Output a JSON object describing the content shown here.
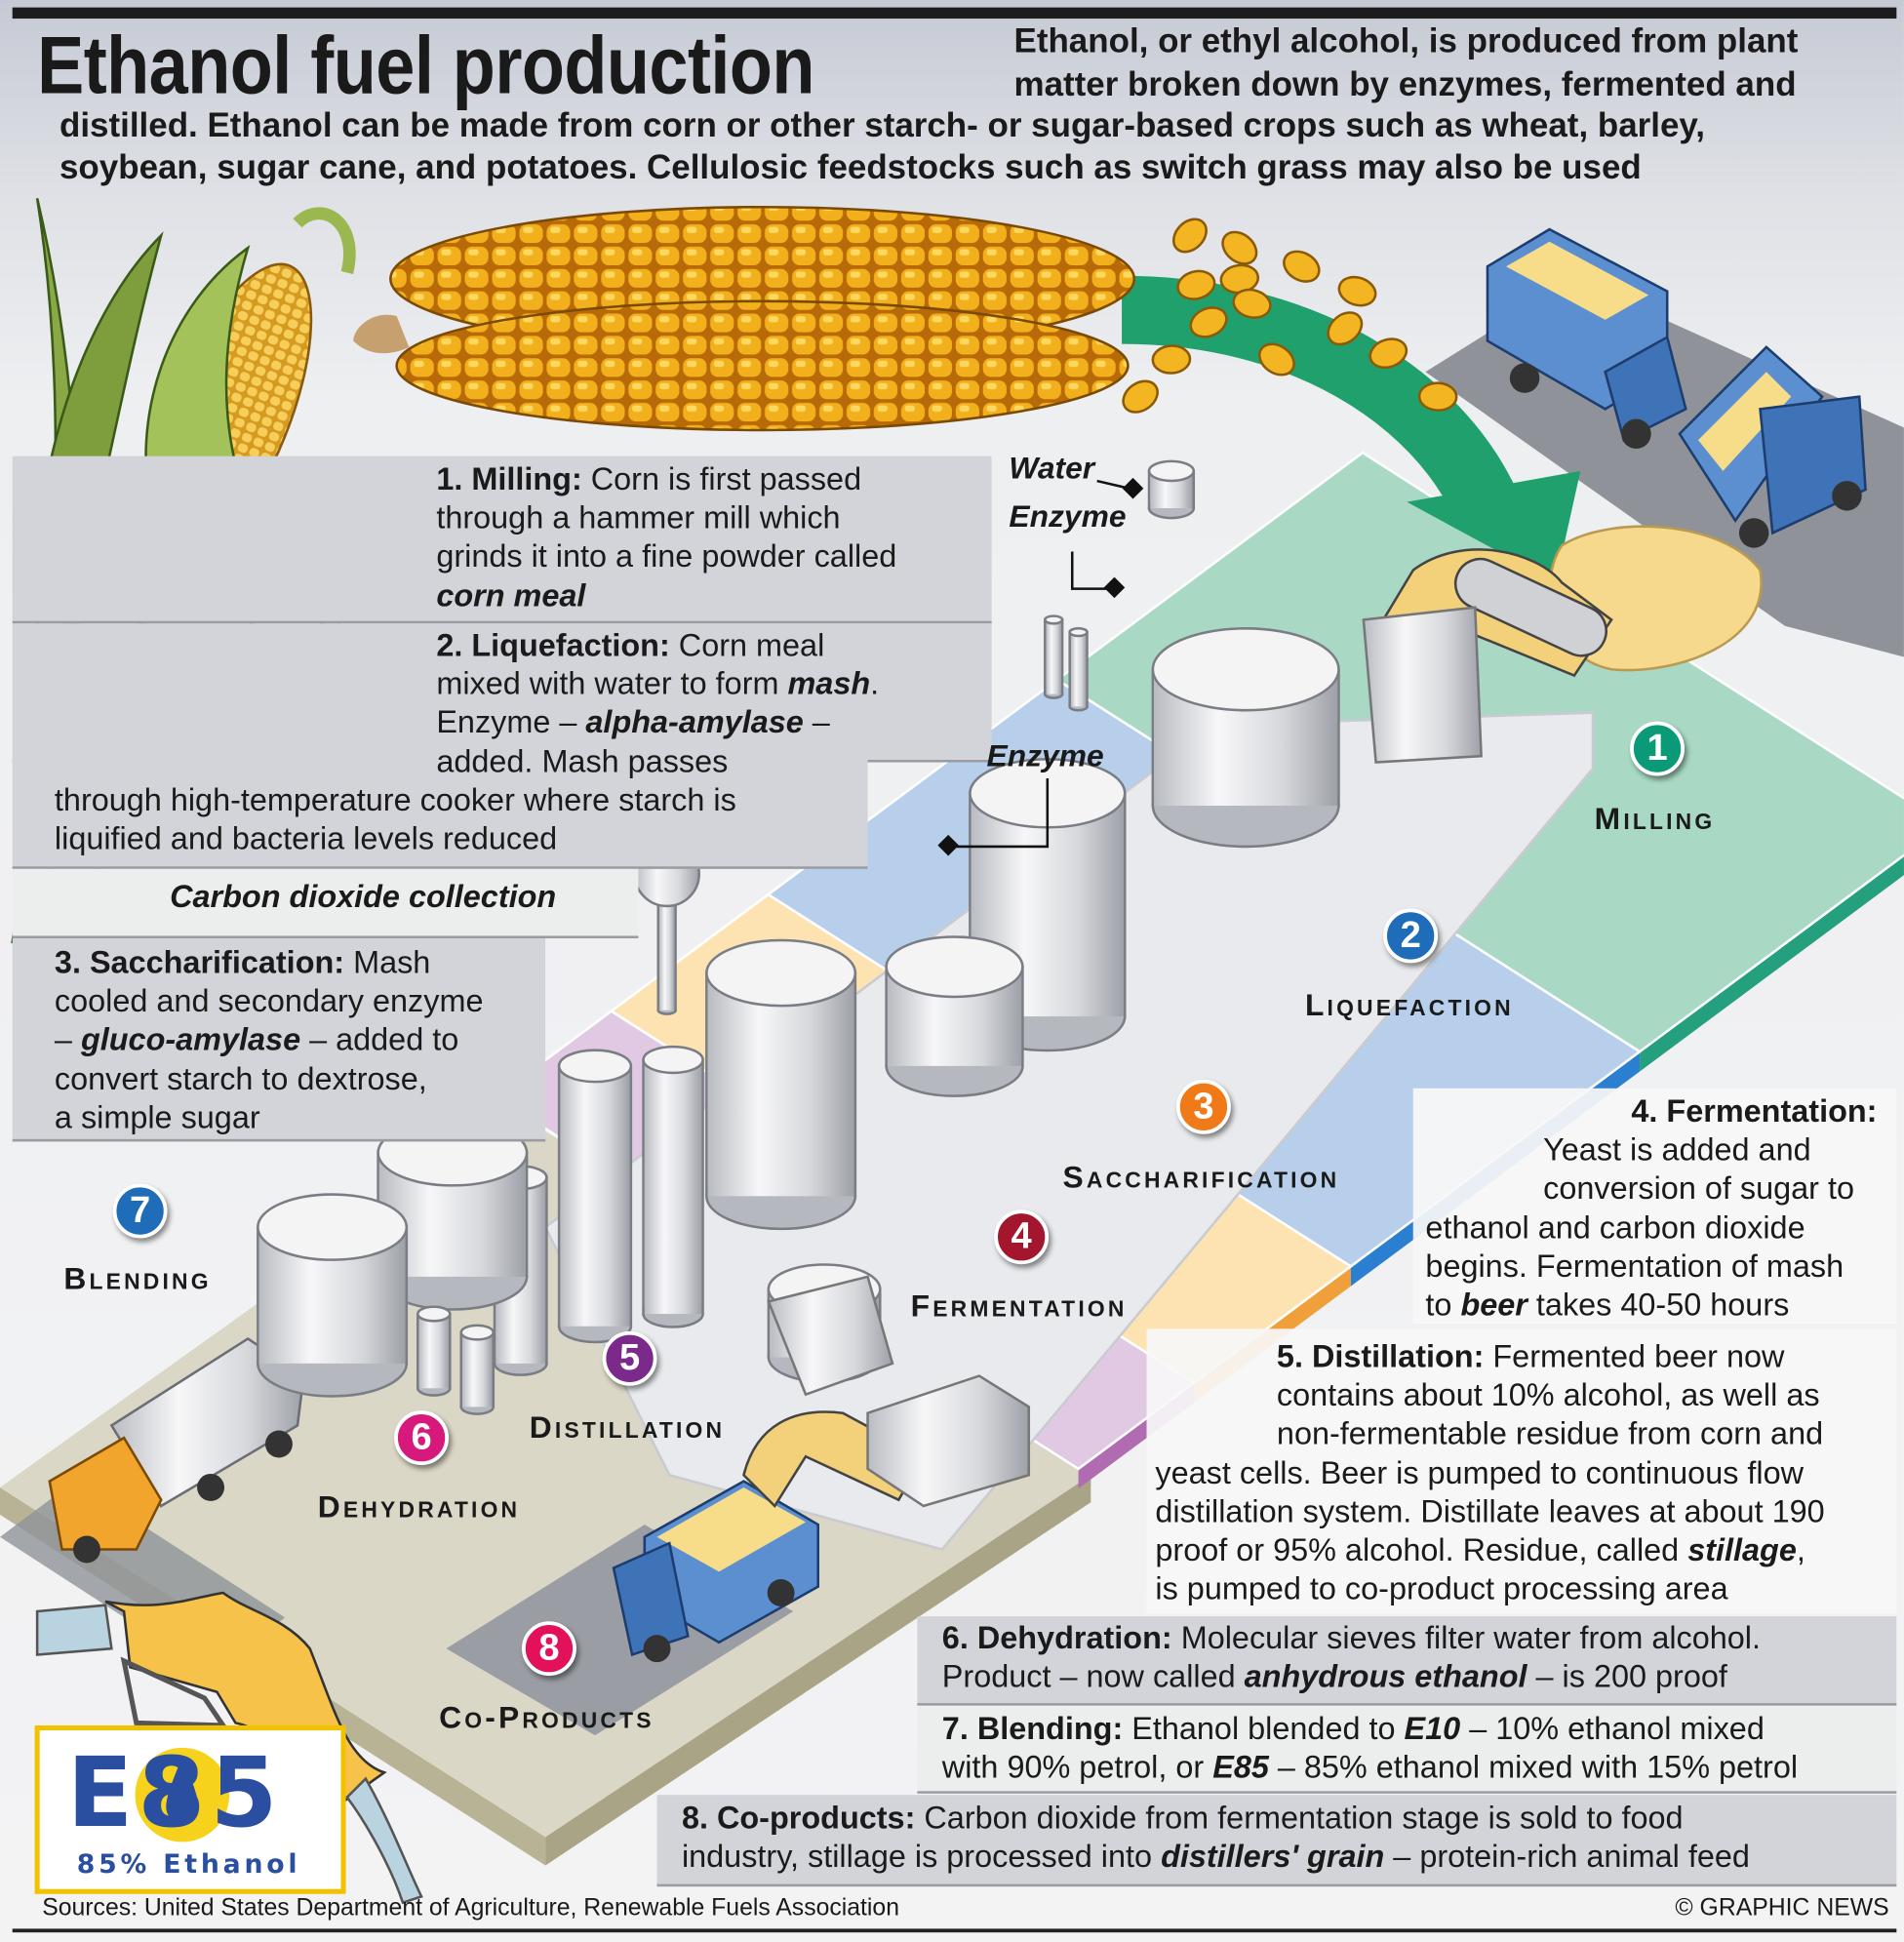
{
  "header": {
    "title": "Ethanol fuel production",
    "intro_lines": [
      "Ethanol, or ethyl alcohol, is produced from plant",
      "matter broken down by enzymes, fermented and",
      "distilled. Ethanol can be made from corn or other starch- or sugar-based crops such as wheat, barley,",
      "soybean, sugar cane, and potatoes. Cellulosic feedstocks such as switch grass may also be used"
    ]
  },
  "steps": [
    {
      "id": "milling",
      "lines": [
        [
          {
            "t": "1. Milling:",
            "s": "b"
          },
          {
            "t": " Corn is first passed"
          }
        ],
        [
          {
            "t": "through a hammer mill which"
          }
        ],
        [
          {
            "t": "grinds it into a fine powder called"
          }
        ],
        [
          {
            "t": "corn meal",
            "s": "bi"
          }
        ]
      ]
    },
    {
      "id": "liquefaction",
      "lines": [
        [
          {
            "t": "2. Liquefaction:",
            "s": "b"
          },
          {
            "t": " Corn meal"
          }
        ],
        [
          {
            "t": "mixed with water to form "
          },
          {
            "t": "mash",
            "s": "bi"
          },
          {
            "t": "."
          }
        ],
        [
          {
            "t": "Enzyme – "
          },
          {
            "t": "alpha-amylase",
            "s": "bi"
          },
          {
            "t": " –"
          }
        ],
        [
          {
            "t": "added. Mash passes"
          }
        ],
        [
          {
            "t": "through high-temperature cooker where starch is"
          }
        ],
        [
          {
            "t": "liquified and bacteria levels reduced"
          }
        ]
      ]
    },
    {
      "id": "co2",
      "lines": [
        [
          {
            "t": "Carbon dioxide collection",
            "s": "bi"
          }
        ]
      ]
    },
    {
      "id": "saccharification",
      "lines": [
        [
          {
            "t": "3. Saccharification:",
            "s": "b"
          },
          {
            "t": " Mash"
          }
        ],
        [
          {
            "t": "cooled and secondary enzyme"
          }
        ],
        [
          {
            "t": "– "
          },
          {
            "t": "gluco-amylase",
            "s": "bi"
          },
          {
            "t": " – added to"
          }
        ],
        [
          {
            "t": "convert starch to dextrose,"
          }
        ],
        [
          {
            "t": "a simple sugar"
          }
        ]
      ]
    },
    {
      "id": "fermentation",
      "lines": [
        [
          {
            "t": "4. Fermentation:",
            "s": "b"
          }
        ],
        [
          {
            "t": "Yeast is added and"
          }
        ],
        [
          {
            "t": "conversion of sugar to"
          }
        ],
        [
          {
            "t": "ethanol and carbon dioxide"
          }
        ],
        [
          {
            "t": "begins. Fermentation of mash"
          }
        ],
        [
          {
            "t": "to "
          },
          {
            "t": "beer",
            "s": "bi"
          },
          {
            "t": " takes 40-50 hours"
          }
        ]
      ]
    },
    {
      "id": "distillation",
      "lines": [
        [
          {
            "t": "5. Distillation:",
            "s": "b"
          },
          {
            "t": " Fermented beer now"
          }
        ],
        [
          {
            "t": "contains about 10% alcohol, as well as"
          }
        ],
        [
          {
            "t": "non-fermentable residue from corn and"
          }
        ],
        [
          {
            "t": "yeast cells. Beer is pumped to continuous flow"
          }
        ],
        [
          {
            "t": "distillation system. Distillate leaves at about 190"
          }
        ],
        [
          {
            "t": "proof or 95% alcohol. Residue, called "
          },
          {
            "t": "stillage",
            "s": "bi"
          },
          {
            "t": ","
          }
        ],
        [
          {
            "t": "is pumped to co-product processing area"
          }
        ]
      ]
    },
    {
      "id": "dehydration",
      "lines": [
        [
          {
            "t": "6. Dehydration:",
            "s": "b"
          },
          {
            "t": " Molecular sieves filter water from alcohol."
          }
        ],
        [
          {
            "t": "Product – now called "
          },
          {
            "t": "anhydrous ethanol",
            "s": "bi"
          },
          {
            "t": " – is 200 proof"
          }
        ]
      ]
    },
    {
      "id": "blending",
      "lines": [
        [
          {
            "t": "7. Blending:",
            "s": "b"
          },
          {
            "t": " Ethanol blended to "
          },
          {
            "t": "E10",
            "s": "bi"
          },
          {
            "t": " – 10% ethanol mixed"
          }
        ],
        [
          {
            "t": "with 90% petrol, or "
          },
          {
            "t": "E85",
            "s": "bi"
          },
          {
            "t": " – 85% ethanol mixed with 15% petrol"
          }
        ]
      ]
    },
    {
      "id": "coproducts",
      "lines": [
        [
          {
            "t": "8. Co-products:",
            "s": "b"
          },
          {
            "t": " Carbon dioxide from fermentation stage is sold to food"
          }
        ],
        [
          {
            "t": "industry, stillage is processed into "
          },
          {
            "t": "distillers' grain",
            "s": "bi"
          },
          {
            "t": " – protein-rich animal feed"
          }
        ]
      ]
    }
  ],
  "stages": [
    {
      "num": "1",
      "label": "Milling",
      "color": "#0b9a78"
    },
    {
      "num": "2",
      "label": "Liquefaction",
      "color": "#1f6db8"
    },
    {
      "num": "3",
      "label": "Saccharification",
      "color": "#f07a18"
    },
    {
      "num": "4",
      "label": "Fermentation",
      "color": "#a3162e"
    },
    {
      "num": "5",
      "label": "Distillation",
      "color": "#7b2a8c"
    },
    {
      "num": "6",
      "label": "Dehydration",
      "color": "#d8197c"
    },
    {
      "num": "7",
      "label": "Blending",
      "color": "#1f6db8"
    },
    {
      "num": "8",
      "label": "Co-Products",
      "color": "#e3105a"
    }
  ],
  "callouts": {
    "water": "Water",
    "enzyme_top": "Enzyme",
    "enzyme_mid": "Enzyme"
  },
  "logo": {
    "big": "E85",
    "small": "85% Ethanol"
  },
  "footer": {
    "sources": "Sources: United States Department of Agriculture, Renewable Fuels Association",
    "credit": "© GRAPHIC NEWS"
  },
  "zone_colors": {
    "milling": "#a9d9c5",
    "liquefaction": "#b7cfea",
    "saccharification": "#fde3b1",
    "fermentation": "#e2c9e3"
  }
}
